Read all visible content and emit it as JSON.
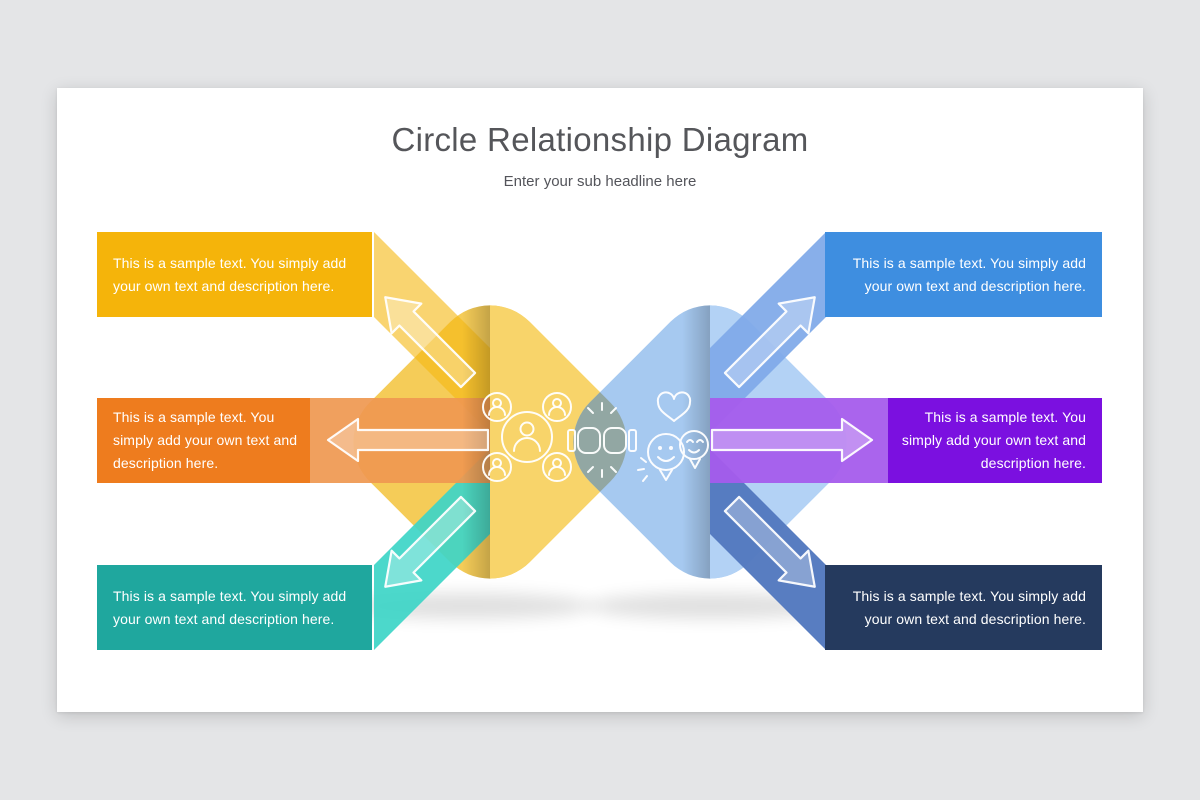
{
  "slide": {
    "title": "Circle Relationship Diagram",
    "subtitle": "Enter your sub headline here"
  },
  "diagram": {
    "banners": [
      {
        "position": "top-left",
        "color": "#F5B40A",
        "lines": [
          "This is a sample text. You simply add",
          "your own text and description here."
        ]
      },
      {
        "position": "middle-left",
        "color": "#EE7C1E",
        "lines": [
          "This is a sample text. You",
          "simply add your own text and",
          "description here."
        ]
      },
      {
        "position": "bottom-left",
        "color": "#1FA79E",
        "lines": [
          "This is a sample text. You simply add",
          "your own text and description here."
        ]
      },
      {
        "position": "top-right",
        "color": "#3E8EE0",
        "lines": [
          "This is a sample text. You simply add",
          "your own text and description here."
        ]
      },
      {
        "position": "middle-right",
        "color": "#7B10E0",
        "lines": [
          "This is a sample text. You",
          "simply add your own text and",
          "description here."
        ]
      },
      {
        "position": "bottom-right",
        "color": "#253A5E",
        "lines": [
          "This is a sample text. You simply add",
          "your own text and description here."
        ]
      }
    ],
    "icons": [
      {
        "name": "team-network-icon",
        "meaning": "central person connected to four people"
      },
      {
        "name": "fist-bump-icon",
        "meaning": "two fists bumping in overlap area"
      },
      {
        "name": "friends-heart-icon",
        "meaning": "two smiling faces with heart"
      }
    ],
    "palette": {
      "background": "#E4E5E7",
      "card": "#FFFFFF",
      "title_text": "#55565A",
      "banner_text": "#FFFFFF",
      "left_diamond": "#F5CC58",
      "left_diamond_lit_half": "#F8D46A",
      "right_diamond": "#A6C9F0",
      "right_diamond_lit_half": "#B3D2F5",
      "overlap_lens": "#92A7A3",
      "arm_top_left": "#F5B810",
      "arm_middle_left": "#EF9850",
      "arm_bottom_left": "#3DD5C7",
      "arm_top_right": "#7FA9E8",
      "arm_middle_right": "#A55CEC",
      "arm_bottom_right": "#5379BF"
    }
  }
}
